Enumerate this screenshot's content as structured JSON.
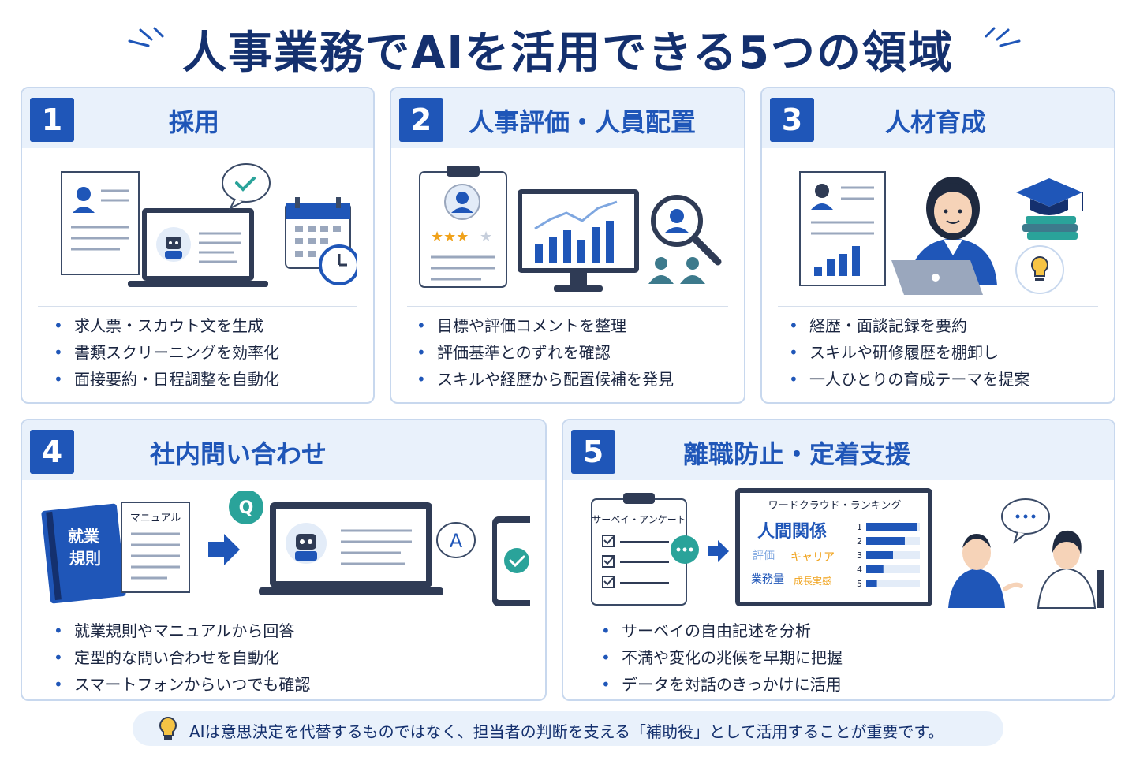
{
  "title": "人事業務でAIを活用できる5つの領域",
  "cards": [
    {
      "number": "1",
      "title": "採用",
      "bullets": [
        "求人票・スカウト文を生成",
        "書類スクリーニングを効率化",
        "面接要約・日程調整を自動化"
      ]
    },
    {
      "number": "2",
      "title": "人事評価・人員配置",
      "bullets": [
        "目標や評価コメントを整理",
        "評価基準とのずれを確認",
        "スキルや経歴から配置候補を発見"
      ]
    },
    {
      "number": "3",
      "title": "人材育成",
      "bullets": [
        "経歴・面談記録を要約",
        "スキルや研修履歴を棚卸し",
        "一人ひとりの育成テーマを提案"
      ]
    },
    {
      "number": "4",
      "title": "社内問い合わせ",
      "bullets": [
        "就業規則やマニュアルから回答",
        "定型的な問い合わせを自動化",
        "スマートフォンからいつでも確認"
      ]
    },
    {
      "number": "5",
      "title": "離職防止・定着支援",
      "bullets": [
        "サーベイの自由記述を分析",
        "不満や変化の兆候を早期に把握",
        "データを対話のきっかけに活用"
      ]
    }
  ],
  "illustrations": {
    "rules_book": "就業\n規則",
    "rules_book_line1": "就業",
    "rules_book_line2": "規則",
    "manual": "マニュアル",
    "q_bubble": "Q",
    "a_bubble": "A",
    "survey": "サーベイ・アンケート",
    "wordcloud_title": "ワードクラウド・ランキング",
    "wordcloud_words": [
      "人間関係",
      "評価",
      "キャリア",
      "業務量",
      "成長実感"
    ],
    "ranking": [
      1,
      2,
      3,
      4,
      5
    ],
    "ranking_values": [
      0.95,
      0.72,
      0.5,
      0.32,
      0.2
    ]
  },
  "footer": "AIは意思決定を代替するものではなく、担当者の判断を支える「補助役」として活用することが重要です。",
  "colors": {
    "accent": "#1f56b8",
    "header_bg": "#e9f1fb",
    "title": "#14306e",
    "teal": "#2aa39a"
  }
}
